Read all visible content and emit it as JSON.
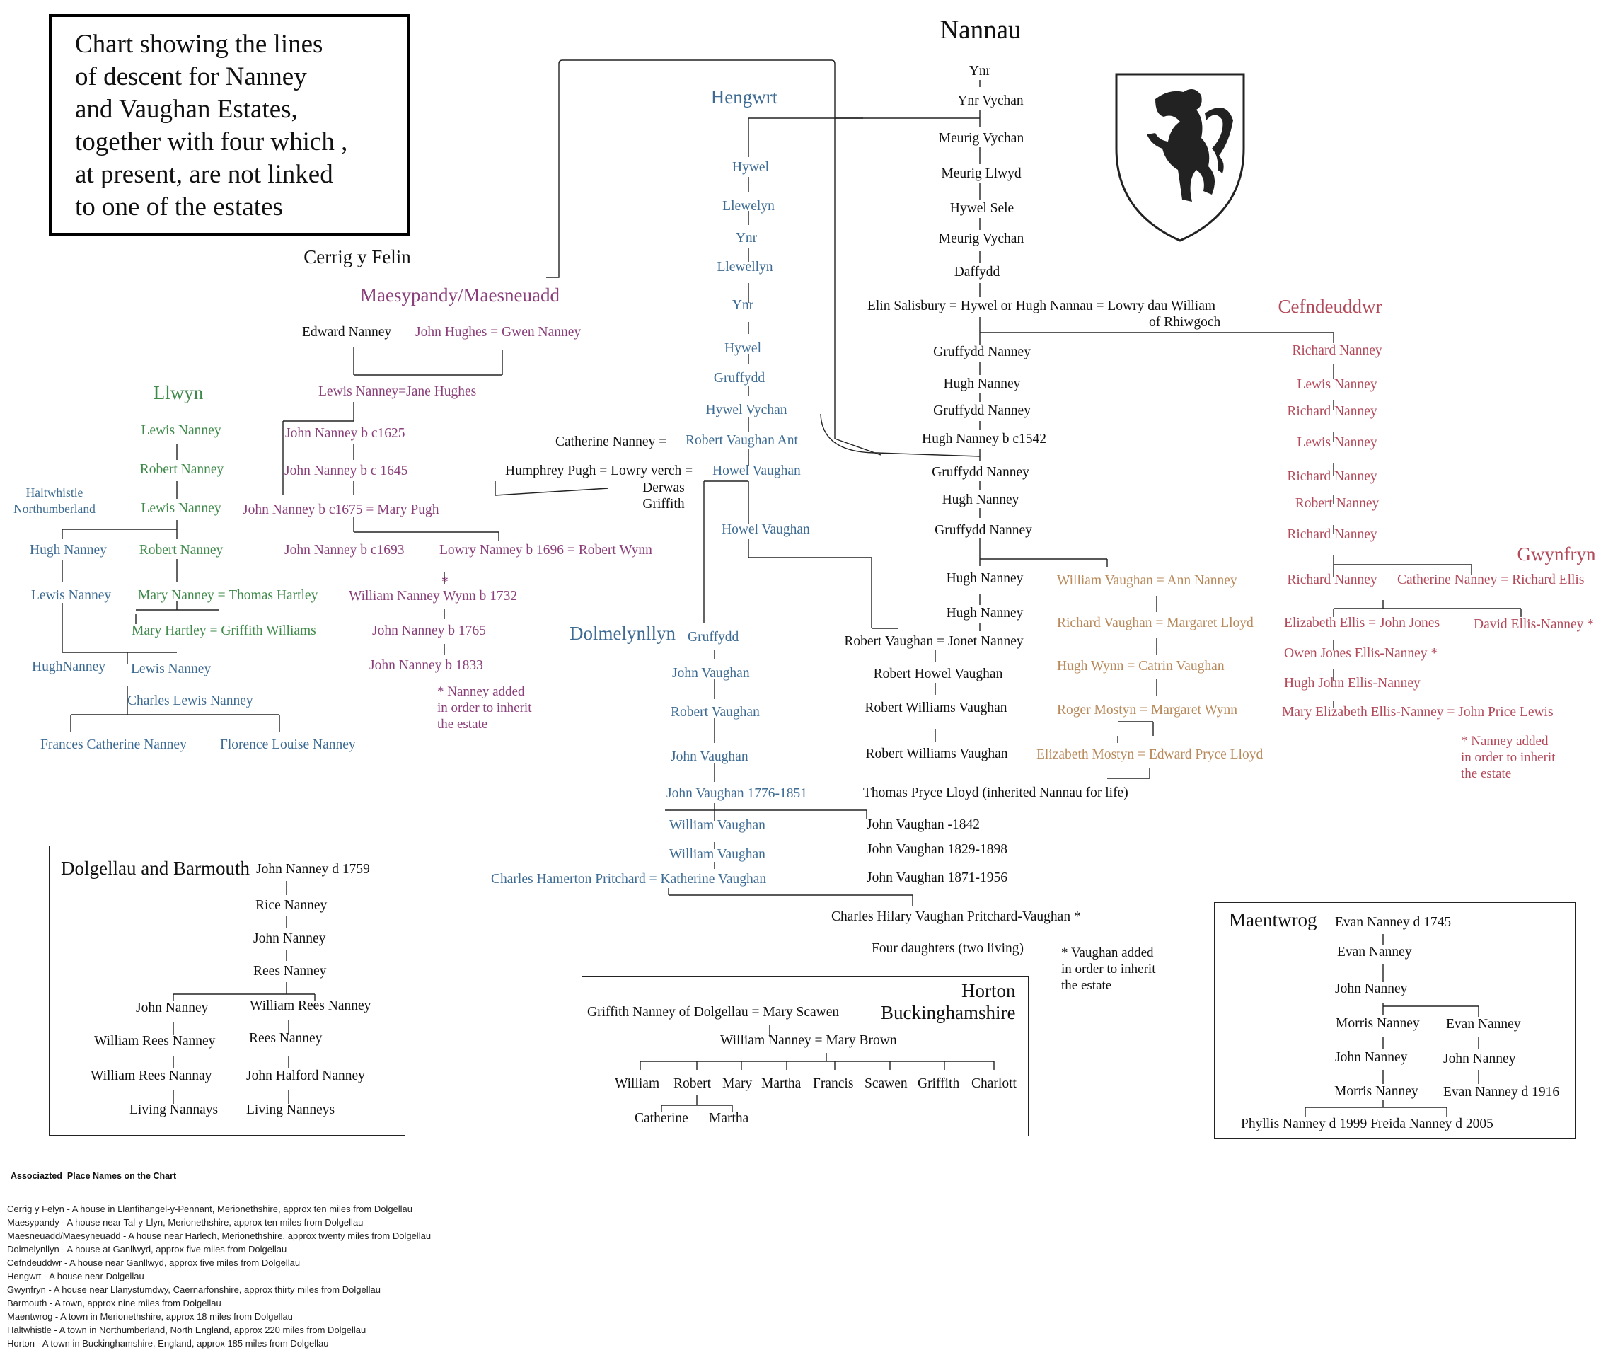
{
  "title": "Chart showing the lines\nof descent for Nanney\nand Vaughan Estates,\ntogether with four which ,\nat present, are not linked\nto one of the estates",
  "headings": {
    "nannau": "Nannau",
    "hengwrt": "Hengwrt",
    "cerrig": "Cerrig y Felin",
    "maesypandy": "Maesypandy/Maesneuadd",
    "llwyn": "Llwyn",
    "cefndeuddwr": "Cefndeuddwr",
    "gwynfryn": "Gwynfryn",
    "dolmelynllyn": "Dolmelynllyn",
    "dolgellau": "Dolgellau and Barmouth",
    "horton": "Horton\nBuckinghamshire",
    "maentwrog": "Maentwrog",
    "haltwhistle": "Haltwhistle\nNorthumberland"
  },
  "colors": {
    "black": "#111111",
    "blue": "#3d6b93",
    "purple": "#8a3f7a",
    "green": "#3f8a4a",
    "red": "#b34a5a",
    "brown": "#b8895a"
  },
  "nannau": [
    "Ynr",
    "Ynr Vychan",
    "Meurig Vychan",
    "Meurig Llwyd",
    "Hywel Sele",
    "Meurig Vychan",
    "Daffydd",
    "Elin Salisbury = Hywel or Hugh Nannau = Lowry dau William",
    "of Rhiwgoch",
    "Gruffydd Nanney",
    "Hugh Nanney",
    "Gruffydd Nanney",
    "Hugh Nanney b c1542",
    "Gruffydd Nanney",
    "Hugh Nanney",
    "Gruffydd Nanney",
    "Hugh Nanney",
    "Hugh Nanney",
    "Robert Vaughan = Jonet Nanney",
    "Robert Howel Vaughan",
    "Robert Williams Vaughan",
    "Robert Williams Vaughan",
    "Thomas Pryce Lloyd (inherited Nannau for life)",
    "John Vaughan -1842",
    "John  Vaughan 1829-1898",
    "John  Vaughan 1871-1956",
    "Charles Hilary Vaughan Pritchard-Vaughan *",
    "Four daughters (two living)",
    "* Vaughan added\nin order to inherit\nthe estate"
  ],
  "hengwrt": [
    "Hywel",
    "Llewelyn",
    "Ynr",
    "Llewellyn",
    "Ynr",
    "Hywel",
    "Gruffydd",
    "Hywel Vychan",
    "Robert Vaughan Ant",
    "Howel Vaughan",
    "Howel Vaughan"
  ],
  "center_black": {
    "catherine": "Catherine Nanney =",
    "humphrey": "Humphrey Pugh = Lowry verch =",
    "derwas": "Derwas\nGriffith"
  },
  "dolmelynllyn": [
    "Gruffydd",
    "John Vaughan",
    "Robert Vaughan",
    "John Vaughan",
    "John Vaughan 1776-1851",
    "William Vaughan",
    "William Vaughan",
    "Charles Hamerton Pritchard = Katherine Vaughan"
  ],
  "cerrig_black": [
    "Edward Nanney"
  ],
  "maesypandy": [
    "John Hughes = Gwen Nanney",
    "Lewis Nanney=Jane Hughes",
    "John Nanney b c1625",
    "John Nanney b c 1645",
    "John Nanney b c1675 = Mary Pugh",
    "John Nanney b c1693",
    "Lowry Nanney b 1696 = Robert Wynn",
    "*",
    "William Nanney Wynn b 1732",
    "John Nanney b 1765",
    "John Nanney b 1833",
    "* Nanney added\nin order to inherit\nthe estate"
  ],
  "llwyn": [
    "Lewis Nanney",
    "Robert Nanney",
    "Lewis Nanney",
    "Robert Nanney",
    "Mary Nanney = Thomas Hartley",
    "Mary Hartley = Griffith Williams"
  ],
  "haltwhistle": [
    "Hugh Nanney",
    "Lewis Nanney",
    "HughNanney",
    "Lewis Nanney",
    "Charles Lewis Nanney",
    "Frances Catherine Nanney",
    "Florence Louise Nanney"
  ],
  "cefndeuddwr": [
    "Richard Nanney",
    "Lewis Nanney",
    "Richard Nanney",
    "Lewis Nanney",
    "Richard Nanney",
    "Robert Nanney",
    "Richard Nanney",
    "Richard Nanney",
    "Catherine Nanney = Richard Ellis",
    "Elizabeth Ellis = John Jones",
    "David Ellis-Nanney *",
    "Owen Jones Ellis-Nanney *",
    "Hugh John Ellis-Nanney",
    "Mary Elizabeth Ellis-Nanney = John Price Lewis",
    "* Nanney added\nin order to inherit\nthe estate"
  ],
  "brown": [
    "William Vaughan = Ann Nanney",
    "Richard Vaughan = Margaret Lloyd",
    "Hugh Wynn = Catrin Vaughan",
    "Roger Mostyn = Margaret Wynn",
    "Elizabeth Mostyn = Edward Pryce Lloyd"
  ],
  "dolgellau": [
    "John Nanney d 1759",
    "Rice Nanney",
    "John Nanney",
    "Rees Nanney",
    "John Nanney",
    "William Rees Nanney",
    "William Rees Nanney",
    "Rees Nanney",
    "William Rees Nannay",
    "John Halford Nanney",
    "Living Nannays",
    "Living Nanneys"
  ],
  "horton": [
    "Griffith Nanney of Dolgellau = Mary Scawen",
    "William Nanney = Mary Brown",
    "William",
    "Robert",
    "Mary",
    "Martha",
    "Francis",
    "Scawen",
    "Griffith",
    "Charlott",
    "Catherine",
    "Martha"
  ],
  "maentwrog": [
    "Evan Nanney d 1745",
    "Evan Nanney",
    "John Nanney",
    "Morris Nanney",
    "Evan Nanney",
    "John Nanney",
    "John Nanney",
    "Morris Nanney",
    "Evan Nanney d 1916",
    "Phyllis Nanney d 1999  Freida Nanney d 2005"
  ],
  "legend": {
    "title": "Associazted  Place Names on the Chart",
    "items": [
      "Cerrig y Felyn - A house in Llanfihangel-y-Pennant, Merionethshire, approx ten miles from Dolgellau",
      "Maesypandy - A house near Tal-y-Llyn, Merionethshire, approx ten miles from Dolgellau",
      "Maesneuadd/Maesyneuadd - A house near Harlech, Merionethshire, approx twenty miles from Dolgellau",
      "Dolmelynllyn - A house at Ganllwyd, approx five miles from Dolgellau",
      "Cefndeuddwr - A house near Ganllwyd, approx five miles from Dolgellau",
      "Hengwrt - A house near Dolgellau",
      "Gwynfryn - A house near Llanystumdwy, Caernarfonshire, approx thirty miles from Dolgellau",
      "Barmouth - A town, approx nine miles from Dolgellau",
      "Maentwrog - A town in Merionethshire, approx 18 miles from Dolgellau",
      "Haltwhistle - A town in Northumberland, North England, approx 220 miles from Dolgellau",
      "Horton - A town in Buckinghamshire, England, approx 185 miles from Dolgellau"
    ]
  },
  "icons": {
    "shield": "heraldic-lion-shield-icon"
  }
}
